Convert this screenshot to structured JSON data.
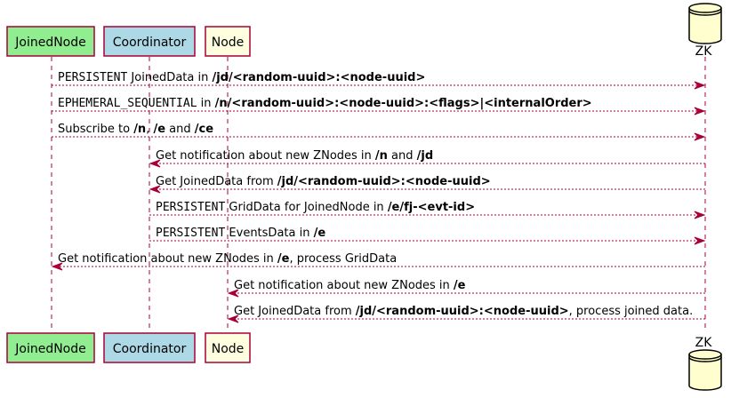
{
  "participants": [
    {
      "name": "JoinedNode",
      "color": "#90ee90"
    },
    {
      "name": "Coordinator",
      "color": "#add8e6"
    },
    {
      "name": "Node",
      "color": "#ffffe0"
    },
    {
      "name": "ZK",
      "shape": "database-icon",
      "color": "#fefece"
    }
  ],
  "colors": {
    "arrow": "#a80036"
  },
  "messages": [
    {
      "from": "JoinedNode",
      "to": "ZK",
      "parts": [
        {
          "t": "PERSISTENT",
          "s": "mono"
        },
        {
          "t": " JoinedData in "
        },
        {
          "t": "/jd/<random-uuid>:<node-uuid>",
          "s": "bold"
        }
      ]
    },
    {
      "from": "JoinedNode",
      "to": "ZK",
      "parts": [
        {
          "t": "EPHEMERAL_SEQUENTIAL",
          "s": "mono"
        },
        {
          "t": " in "
        },
        {
          "t": "/n/<random-uuid>:<node-uuid>:<flags>|<internalOrder>",
          "s": "bold"
        }
      ]
    },
    {
      "from": "JoinedNode",
      "to": "ZK",
      "parts": [
        {
          "t": "Subscribe to "
        },
        {
          "t": "/n",
          "s": "bold"
        },
        {
          "t": ", "
        },
        {
          "t": "/e",
          "s": "bold"
        },
        {
          "t": " and "
        },
        {
          "t": "/ce",
          "s": "bold"
        }
      ]
    },
    {
      "from": "ZK",
      "to": "Coordinator",
      "parts": [
        {
          "t": "Get notification about new ZNodes in "
        },
        {
          "t": "/n",
          "s": "bold"
        },
        {
          "t": " and "
        },
        {
          "t": "/jd",
          "s": "bold"
        }
      ]
    },
    {
      "from": "ZK",
      "to": "Coordinator",
      "parts": [
        {
          "t": "Get JoinedData from "
        },
        {
          "t": "/jd/<random-uuid>:<node-uuid>",
          "s": "bold"
        }
      ]
    },
    {
      "from": "Coordinator",
      "to": "ZK",
      "parts": [
        {
          "t": "PERSISTENT",
          "s": "mono"
        },
        {
          "t": " GridData for JoinedNode in "
        },
        {
          "t": "/e/fj-<evt-id>",
          "s": "bold"
        }
      ]
    },
    {
      "from": "Coordinator",
      "to": "ZK",
      "parts": [
        {
          "t": "PERSISTENT",
          "s": "mono"
        },
        {
          "t": "  EventsData in "
        },
        {
          "t": "/e",
          "s": "bold"
        }
      ]
    },
    {
      "from": "ZK",
      "to": "JoinedNode",
      "parts": [
        {
          "t": "Get notification about new ZNodes in "
        },
        {
          "t": "/e",
          "s": "bold"
        },
        {
          "t": ", process GridData"
        }
      ]
    },
    {
      "from": "ZK",
      "to": "Node",
      "parts": [
        {
          "t": "Get notification about new ZNodes in "
        },
        {
          "t": "/e",
          "s": "bold"
        }
      ]
    },
    {
      "from": "ZK",
      "to": "Node",
      "parts": [
        {
          "t": "Get JoinedData from "
        },
        {
          "t": "/jd/<random-uuid>:<node-uuid>",
          "s": "bold"
        },
        {
          "t": ", process joined data."
        }
      ]
    }
  ]
}
